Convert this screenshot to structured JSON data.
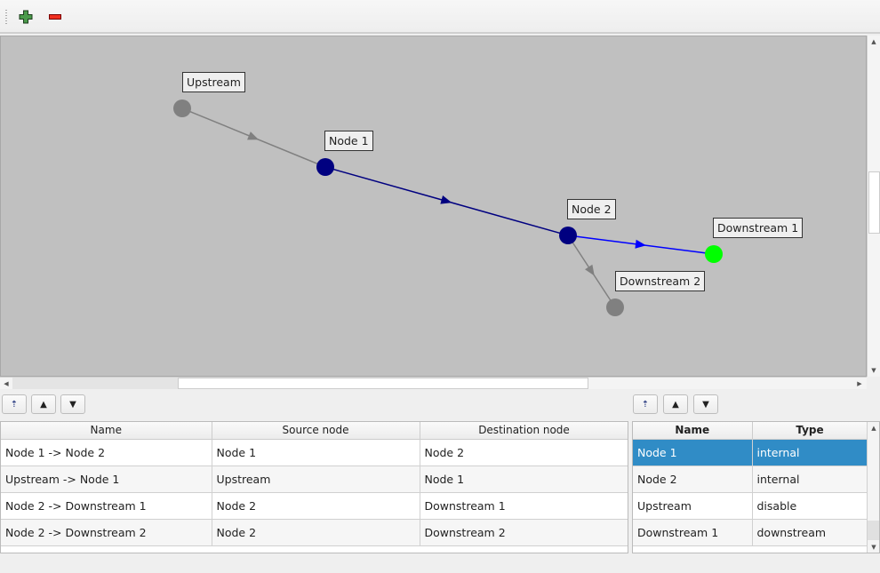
{
  "toolbar": {
    "add_icon": "green-plus-icon",
    "remove_icon": "red-minus-icon"
  },
  "graph": {
    "nodes": [
      {
        "id": "Upstream",
        "label": "Upstream",
        "color": "#808080"
      },
      {
        "id": "Node 1",
        "label": "Node 1",
        "color": "#000080"
      },
      {
        "id": "Node 2",
        "label": "Node 2",
        "color": "#000080"
      },
      {
        "id": "Downstream 1",
        "label": "Downstream 1",
        "color": "#00ff00"
      },
      {
        "id": "Downstream 2",
        "label": "Downstream 2",
        "color": "#808080"
      }
    ],
    "edges": [
      {
        "from": "Upstream",
        "to": "Node 1",
        "color": "#808080"
      },
      {
        "from": "Node 1",
        "to": "Node 2",
        "color": "#000080"
      },
      {
        "from": "Node 2",
        "to": "Downstream 1",
        "color": "#0000ff"
      },
      {
        "from": "Node 2",
        "to": "Downstream 2",
        "color": "#808080"
      }
    ]
  },
  "edges_table": {
    "columns": [
      "Name",
      "Source node",
      "Destination node"
    ],
    "rows": [
      [
        "Node 1 -> Node 2",
        "Node 1",
        "Node 2"
      ],
      [
        "Upstream -> Node 1",
        "Upstream",
        "Node 1"
      ],
      [
        "Node 2 -> Downstream 1",
        "Node 2",
        "Downstream 1"
      ],
      [
        "Node 2 -> Downstream 2",
        "Node 2",
        "Downstream 2"
      ]
    ]
  },
  "nodes_table": {
    "columns": [
      "Name",
      "Type"
    ],
    "selected_row": 0,
    "selection_color": "#308cc6",
    "rows": [
      [
        "Node 1",
        "internal"
      ],
      [
        "Node 2",
        "internal"
      ],
      [
        "Upstream",
        "disable"
      ],
      [
        "Downstream 1",
        "downstream"
      ]
    ]
  }
}
